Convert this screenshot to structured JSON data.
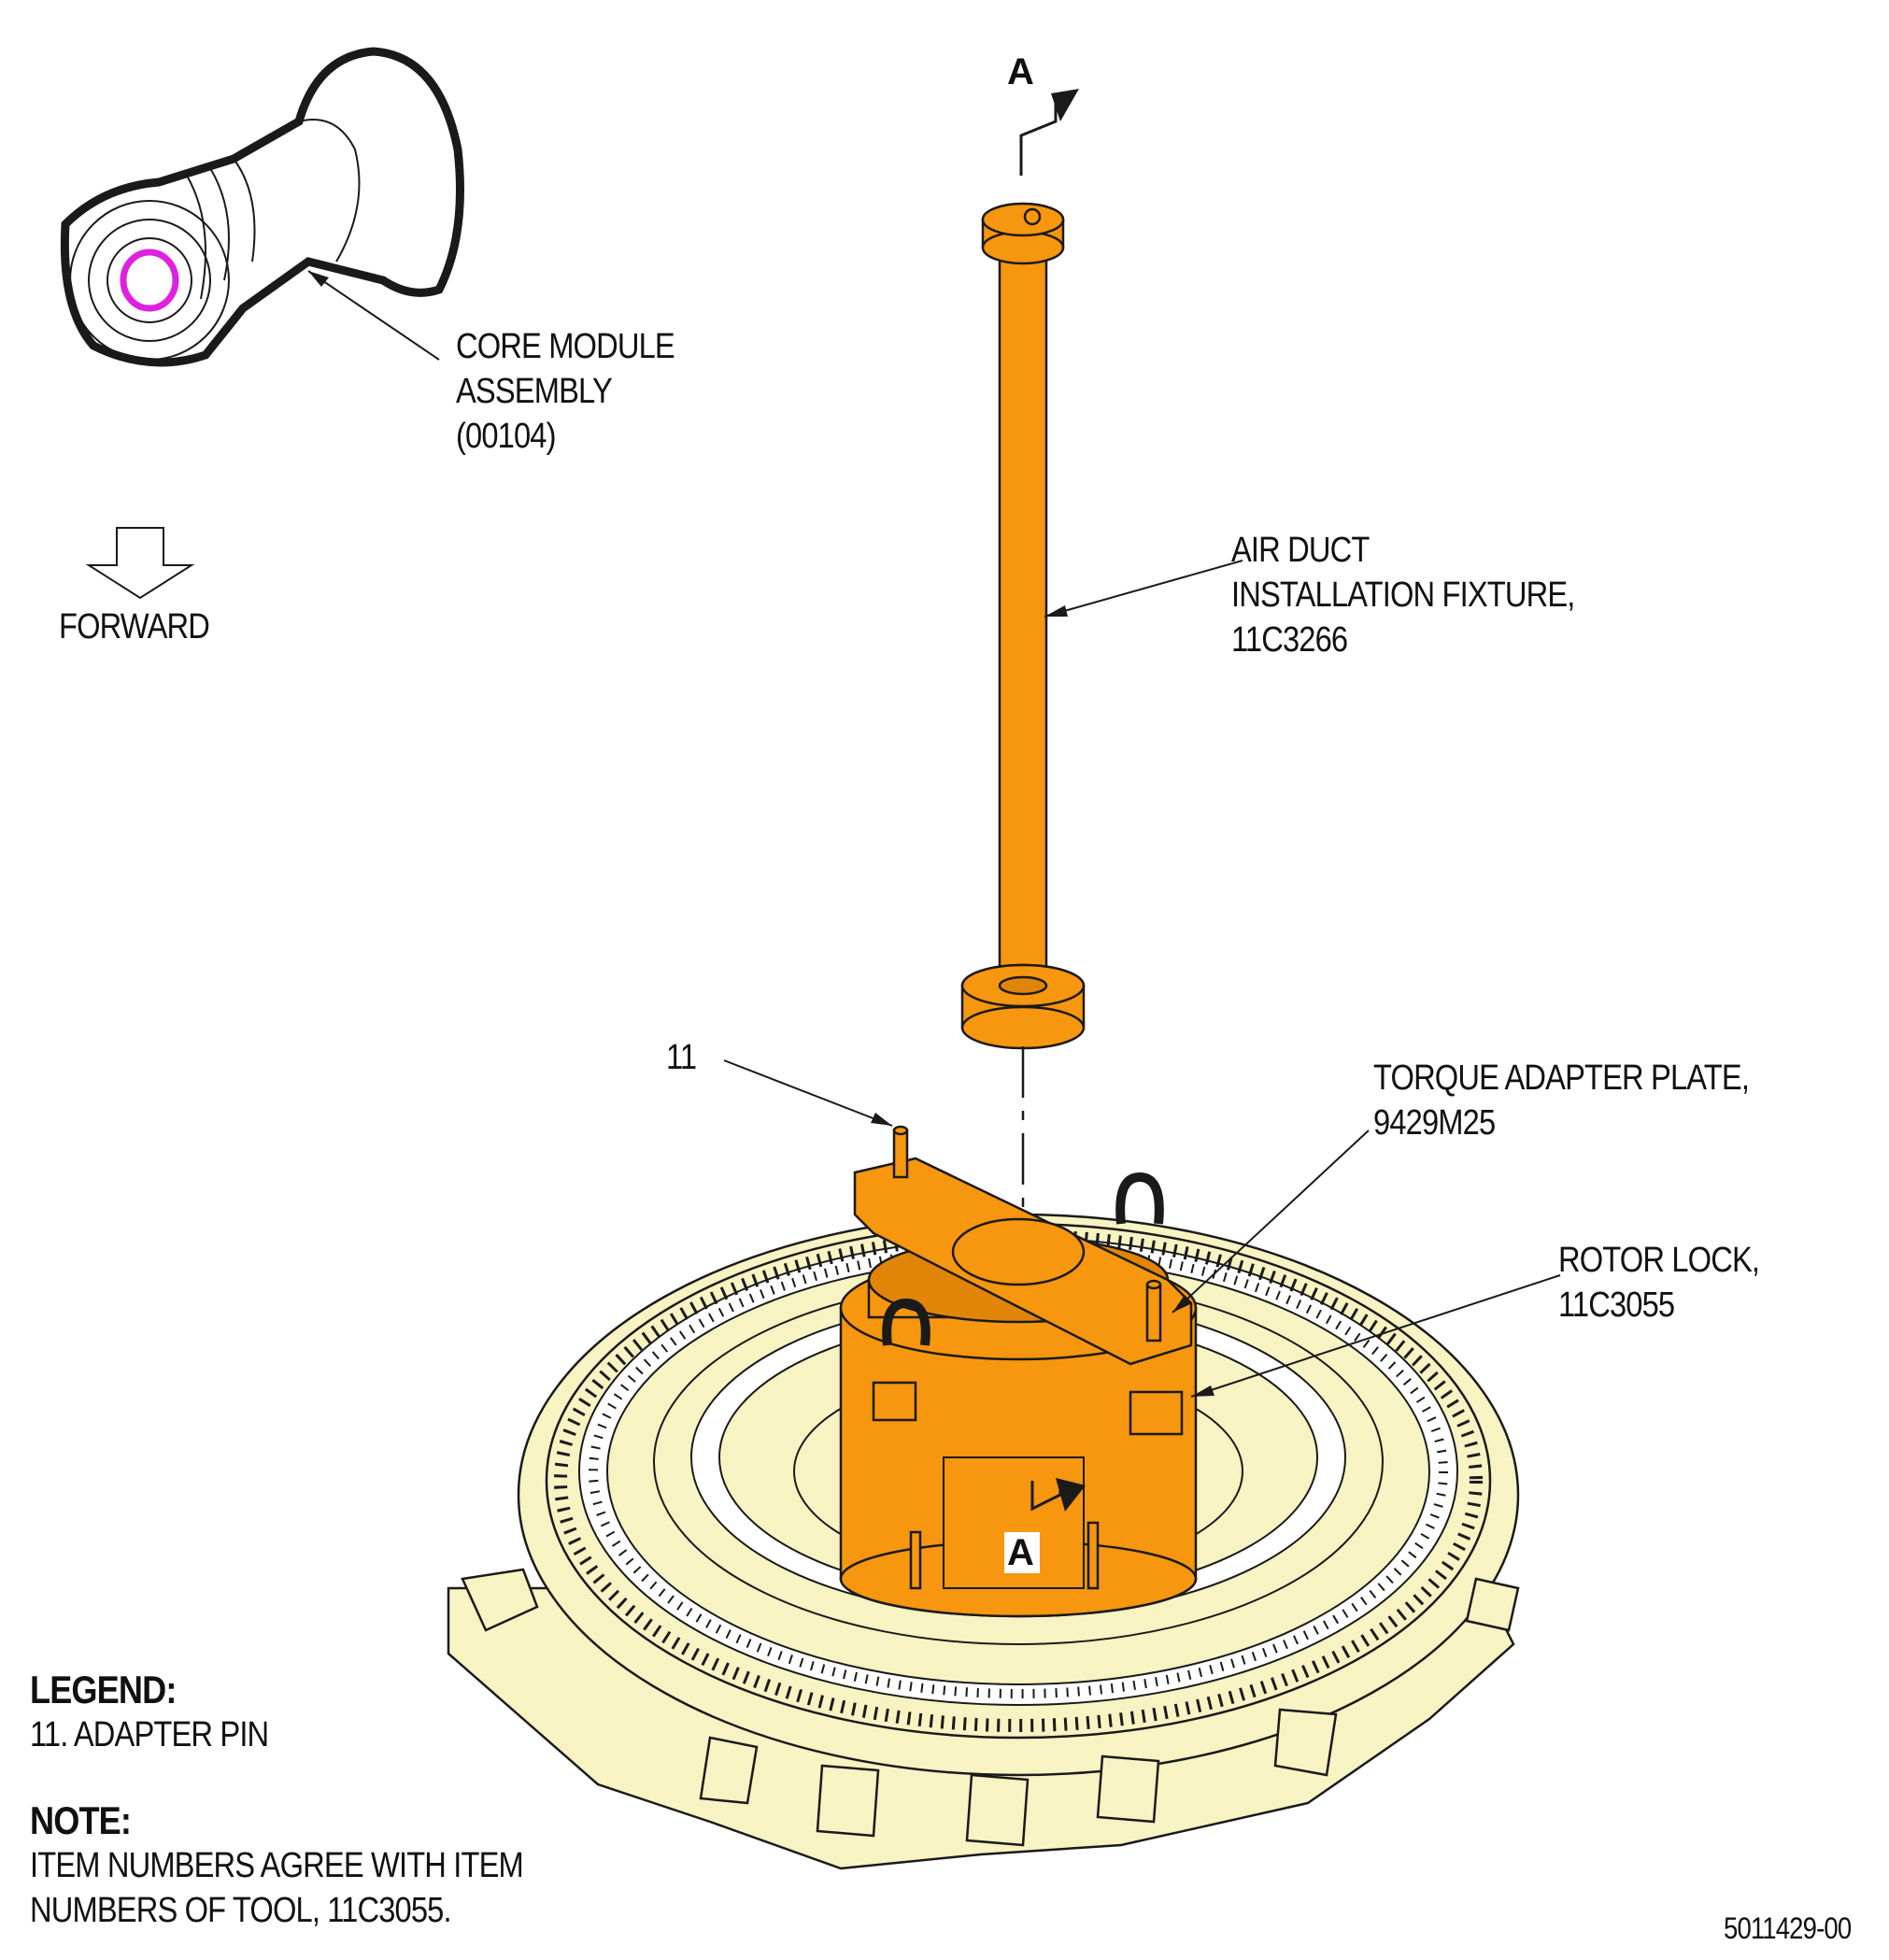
{
  "callouts": {
    "core_module": [
      "CORE MODULE",
      "ASSEMBLY",
      "(00104)"
    ],
    "forward": "FORWARD",
    "air_duct": [
      "AIR DUCT",
      "INSTALLATION FIXTURE,",
      "11C3266"
    ],
    "item_11": "11",
    "torque_plate": [
      "TORQUE ADAPTER PLATE,",
      "9429M25"
    ],
    "rotor_lock": [
      "ROTOR LOCK,",
      "11C3055"
    ],
    "section_top": "A",
    "section_bottom": "A"
  },
  "legend": {
    "heading": "LEGEND:",
    "items": [
      "11. ADAPTER PIN"
    ]
  },
  "note": {
    "heading": "NOTE:",
    "lines": [
      "ITEM NUMBERS AGREE WITH ITEM",
      "NUMBERS OF TOOL, 11C3055."
    ]
  },
  "figure_id": "5011429-00",
  "colors": {
    "tool_orange": "#f7960f",
    "engine_cream": "#f8f3c2",
    "highlight_magenta": "#e020e0",
    "outline": "#1a1a1a"
  }
}
